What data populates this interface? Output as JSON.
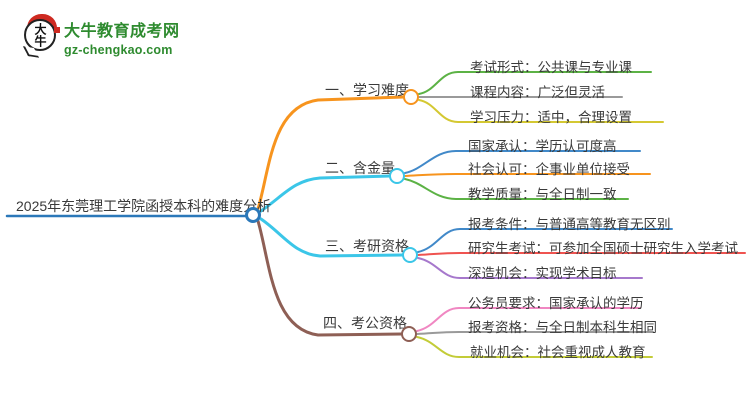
{
  "logo": {
    "mark_text": "大牛",
    "site_name": "大牛教育成考网",
    "site_url": "gz-chengkao.com",
    "brand_green": "#2e8b2f",
    "brand_red": "#ce2a21"
  },
  "mindmap": {
    "root": {
      "label": "2025年东莞理工学院函授本科的难度分析",
      "color": "#2b78b9"
    },
    "branches": [
      {
        "label": "一、学习难度",
        "color": "#f7941e",
        "children": [
          {
            "label": "考试形式：公共课与专业课",
            "color": "#5cb245"
          },
          {
            "label": "课程内容：广泛但灵活",
            "color": "#9a9a9a"
          },
          {
            "label": "学习压力：适中，合理设置",
            "color": "#d4c832"
          }
        ]
      },
      {
        "label": "二、含金量",
        "color": "#3bc6e8",
        "children": [
          {
            "label": "国家承认：学历认可度高",
            "color": "#4189c9"
          },
          {
            "label": "社会认可：企事业单位接受",
            "color": "#f7941e"
          },
          {
            "label": "教学质量：与全日制一致",
            "color": "#5cb245"
          }
        ]
      },
      {
        "label": "三、考研资格",
        "color": "#3bc6e8",
        "children": [
          {
            "label": "报考条件：与普通高等教育无区别",
            "color": "#4189c9"
          },
          {
            "label": "研究生考试：可参加全国硕士研究生入学考试",
            "color": "#ef5350"
          },
          {
            "label": "深造机会：实现学术目标",
            "color": "#a678cc"
          }
        ]
      },
      {
        "label": "四、考公资格",
        "color": "#8e5f55",
        "children": [
          {
            "label": "公务员要求：国家承认的学历",
            "color": "#f087c2"
          },
          {
            "label": "报考资格：与全日制本科生相同",
            "color": "#9a9a9a"
          },
          {
            "label": "就业机会：社会重视成人教育",
            "color": "#c3cc38"
          }
        ]
      }
    ]
  }
}
